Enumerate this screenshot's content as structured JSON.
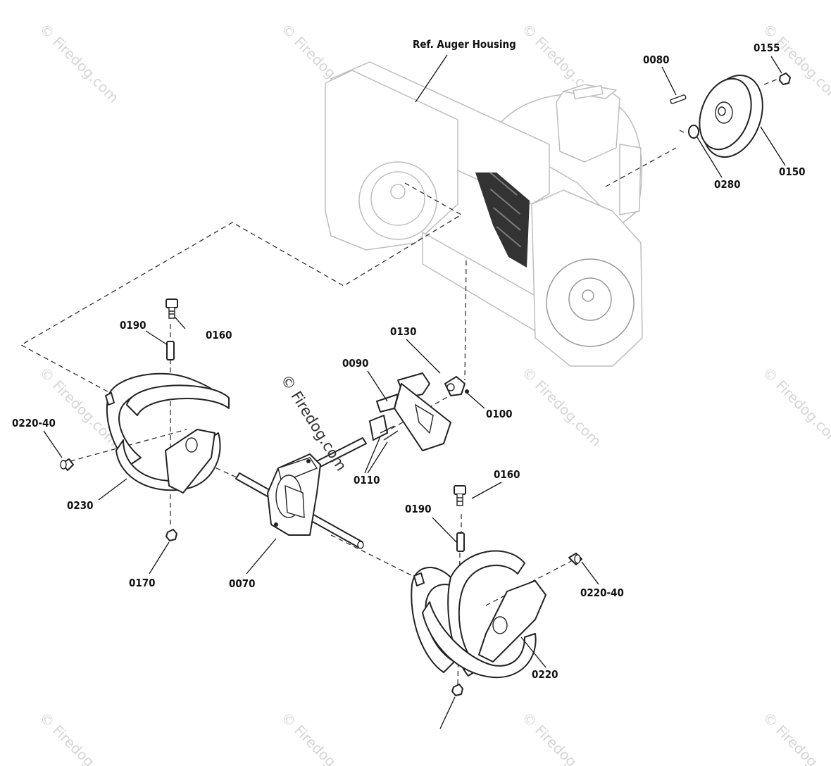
{
  "diagram": {
    "reference_label": "Ref. Auger Housing",
    "parts": [
      {
        "id": "0070"
      },
      {
        "id": "0080"
      },
      {
        "id": "0090"
      },
      {
        "id": "0100"
      },
      {
        "id": "0110"
      },
      {
        "id": "0130"
      },
      {
        "id": "0150"
      },
      {
        "id": "0155"
      },
      {
        "id": "0160",
        "instance": "upper"
      },
      {
        "id": "0160",
        "instance": "lower"
      },
      {
        "id": "0170"
      },
      {
        "id": "0190",
        "instance": "upper"
      },
      {
        "id": "0190",
        "instance": "lower"
      },
      {
        "id": "0220"
      },
      {
        "id": "0220-40",
        "instance": "left"
      },
      {
        "id": "0220-40",
        "instance": "right"
      },
      {
        "id": "0230"
      },
      {
        "id": "0280"
      }
    ]
  },
  "watermark": {
    "main": "© Firedog.com",
    "tile": "© Firedog.com"
  },
  "colors": {
    "line": "#222222",
    "ghost_line": "#bdbdbd",
    "watermark": "#d6d6d6",
    "background": "#ffffff"
  }
}
